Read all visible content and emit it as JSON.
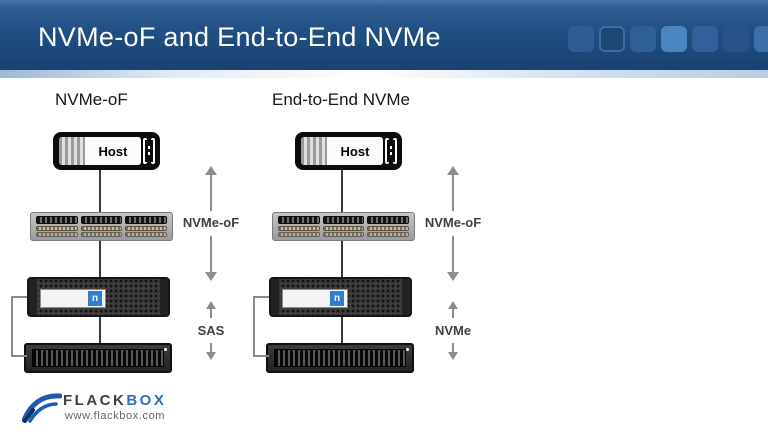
{
  "header": {
    "title": "NVMe-oF and End-to-End NVMe",
    "background_color": "#1e4b7d",
    "title_color": "#ffffff",
    "decor_squares": [
      "#2d5d92",
      "#1d4674",
      "#2e5f95",
      "#4c86c0",
      "#30619a",
      "#27538a",
      "#3c70a8"
    ]
  },
  "diagrams": {
    "left": {
      "heading": "NVMe-oF",
      "host_label": "Host",
      "fabric_label": "NVMe-oF",
      "backend_label": "SAS",
      "logo_letter": "n"
    },
    "right": {
      "heading": "End-to-End NVMe",
      "host_label": "Host",
      "fabric_label": "NVMe-oF",
      "backend_label": "NVMe",
      "logo_letter": "n"
    }
  },
  "footer": {
    "brand_primary": "FLACK",
    "brand_secondary": "BOX",
    "brand_color": "#2b6fc0",
    "website": "www.flackbox.com"
  }
}
